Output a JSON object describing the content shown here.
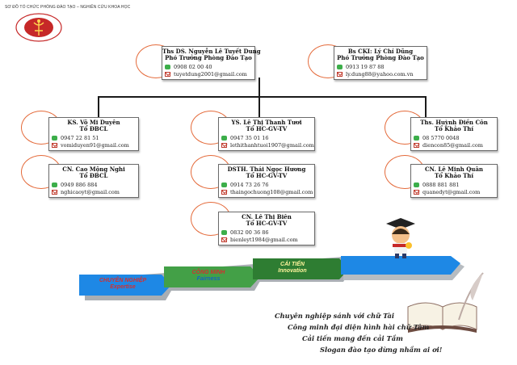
{
  "header": "SƠ ĐỒ TỔ CHỨC PHÒNG ĐÀO TẠO – NGHIÊN CỨU KHOA HỌC",
  "colors": {
    "accent": "#e46a3a",
    "green": "#3cae4a",
    "blue": "#1e88e5",
    "red": "#d32f2f"
  },
  "people": {
    "head1": {
      "name": "Ths DS. Nguyễn Lê Tuyết Dung",
      "role": "Phó Trưởng Phòng Đào Tạo",
      "phone": "0908 02 00 40",
      "email": "tuyetdung2001@gmail.com"
    },
    "head2": {
      "name": "Bs CKI: Lý Chí Dũng",
      "role": "Phó Trưởng Phòng Đào Tạo",
      "phone": "0913 19 87 88",
      "email": "ly.dung88@yahoo.com.vn"
    },
    "a1": {
      "name": "KS. Võ Mi Duyên",
      "role": "Tổ ĐBCL",
      "phone": "0947 22 81 51",
      "email": "vomiduyen91@gmail.com"
    },
    "a2": {
      "name": "CN. Cao Mộng Nghi",
      "role": "Tổ ĐBCL",
      "phone": "0949 886 884",
      "email": "nghicaoyt@gmail.com"
    },
    "b1": {
      "name": "YS. Lê Thị Thanh Tươi",
      "role": "Tổ HC-GV-TV",
      "phone": "0947 35 01 16",
      "email": "lethithanhtuoi1907@gmail.com"
    },
    "b2": {
      "name": "DSTH. Thái Ngọc Hương",
      "role": "Tổ HC-GV-TV",
      "phone": "0914 73 26 76",
      "email": "thaingochuong108@gmail.com"
    },
    "b3": {
      "name": "CN. Lê Thị Biên",
      "role": "Tổ HC-GV-TV",
      "phone": "0832 00 36 86",
      "email": "bienleyt1984@gmail.com"
    },
    "c1": {
      "name": "Ths. Huỳnh Điền Côn",
      "role": "Tổ Khảo Thí",
      "phone": "08 5770 0048",
      "email": "diencon85@gmail.com"
    },
    "c2": {
      "name": "CN. Lê Minh Quân",
      "role": "Tổ Khảo Thí",
      "phone": "0888 881 881",
      "email": "quanedyt@gmail.com"
    }
  },
  "steps": [
    {
      "vi": "CHUYÊN NGHIỆP",
      "en": "Expertise"
    },
    {
      "vi": "CÔNG MINH",
      "en": "Fairness"
    },
    {
      "vi": "CẢI TIẾN",
      "en": "Innovation"
    }
  ],
  "slogans": [
    "Chuyên nghiệp sánh với chữ Tài",
    "Công minh đại diện hình hài chữ Tâm",
    "Cải tiến mang đến cải Tầm",
    "Slogan đào tạo dừng nhầm ai ơi!"
  ]
}
